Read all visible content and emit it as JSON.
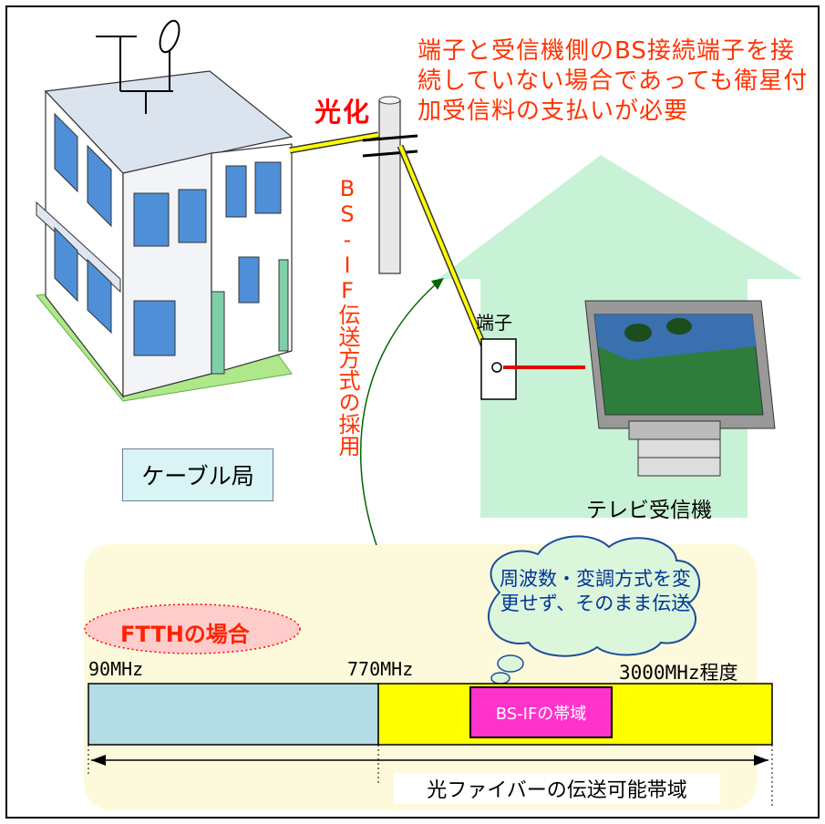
{
  "notes": {
    "red_note": "端子と受信機側のBS接続端子を接続していない場合であっても衛星付加受信料の支払いが必要",
    "hikari": "光化",
    "vertical_note": "BS-IF伝送方式の採用"
  },
  "labels": {
    "tanshi": "端子",
    "tv_receiver": "テレビ受信機",
    "cable_station": "ケーブル局"
  },
  "spectrum": {
    "case_label": "FTTHの場合",
    "cloud_text": "周波数・変調方式を変更せず、そのまま伝送",
    "freq_low": "90MHz",
    "freq_mid": "770MHz",
    "freq_high": "3000MHz程度",
    "bs_if_band": "BS-IFの帯域",
    "capacity": "光ファイバーの伝送可能帯域"
  },
  "colors": {
    "red_text": "#ff3300",
    "fiber_yellow": "#ffff00",
    "arrow_green": "#006600",
    "low_band": "#b4dce6",
    "high_band": "#ffff00",
    "bs_if": "#ff33cc",
    "panel": "#fdfadc",
    "house": "#c8f2d6"
  }
}
